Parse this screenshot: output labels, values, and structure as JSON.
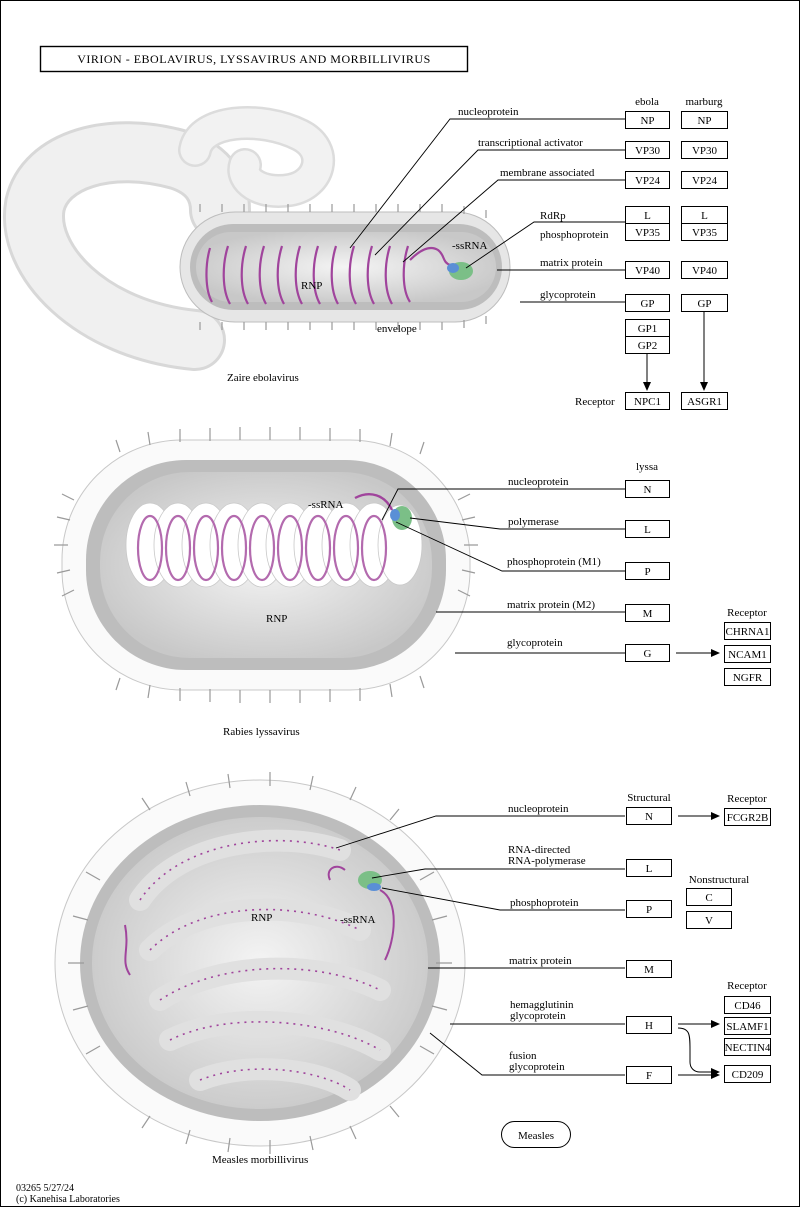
{
  "title": "VIRION - EBOLAVIRUS, LYSSAVIRUS AND MORBILLIVIRUS",
  "ebola": {
    "caption": "Zaire ebolavirus",
    "headers": {
      "ebola": "ebola",
      "marburg": "marburg"
    },
    "labels": {
      "nucleoprotein": "nucleoprotein",
      "transcriptional": "transcriptional activator",
      "membrane": "membrane associated",
      "rdrp": "RdRp",
      "phospho": "phosphoprotein",
      "matrix": "matrix protein",
      "glyco": "glycoprotein",
      "ssrna": "-ssRNA",
      "rnp": "RNP",
      "envelope": "envelope",
      "receptor": "Receptor"
    },
    "boxes": {
      "np": "NP",
      "vp30": "VP30",
      "vp24": "VP24",
      "l": "L",
      "vp35": "VP35",
      "vp40": "VP40",
      "gp": "GP",
      "gp1": "GP1",
      "gp2": "GP2",
      "npc1": "NPC1",
      "m_np": "NP",
      "m_vp30": "VP30",
      "m_vp24": "VP24",
      "m_l": "L",
      "m_vp35": "VP35",
      "m_vp40": "VP40",
      "m_gp": "GP",
      "asgr1": "ASGR1"
    }
  },
  "rabies": {
    "caption": "Rabies lyssavirus",
    "header": "lyssa",
    "receptor_header": "Receptor",
    "labels": {
      "nucleoprotein": "nucleoprotein",
      "polymerase": "polymerase",
      "phospho": "phosphoprotein (M1)",
      "matrix": "matrix protein (M2)",
      "glyco": "glycoprotein",
      "ssrna": "-ssRNA",
      "rnp": "RNP"
    },
    "boxes": {
      "n": "N",
      "l": "L",
      "p": "P",
      "m": "M",
      "g": "G",
      "chrna1": "CHRNA1",
      "ncam1": "NCAM1",
      "ngfr": "NGFR"
    }
  },
  "measles": {
    "caption": "Measles morbillivirus",
    "structural": "Structural",
    "nonstructural": "Nonstructural",
    "receptor1": "Receptor",
    "receptor2": "Receptor",
    "labels": {
      "nucleoprotein": "nucleoprotein",
      "rnadir1": "RNA-directed",
      "rnadir2": "RNA-polymerase",
      "phospho": "phosphoprotein",
      "matrix": "matrix protein",
      "hemag1": "hemagglutinin",
      "hemag2": "glycoprotein",
      "fusion1": "fusion",
      "fusion2": "glycoprotein",
      "rnp": "RNP",
      "ssrna": "-ssRNA"
    },
    "boxes": {
      "n": "N",
      "l": "L",
      "p": "P",
      "m": "M",
      "h": "H",
      "f": "F",
      "c": "C",
      "v": "V",
      "fcgr2b": "FCGR2B",
      "cd46": "CD46",
      "slamf1": "SLAMF1",
      "nectin4": "NECTIN4",
      "cd209": "CD209"
    },
    "link": "Measles"
  },
  "footer": {
    "line1": "03265 5/27/24",
    "line2": "(c) Kanehisa Laboratories"
  },
  "colors": {
    "rna": "#a0449c",
    "membrane": "#b4b4b4",
    "polymerase": "#7bbf87",
    "phospho": "#5a8fd6"
  }
}
